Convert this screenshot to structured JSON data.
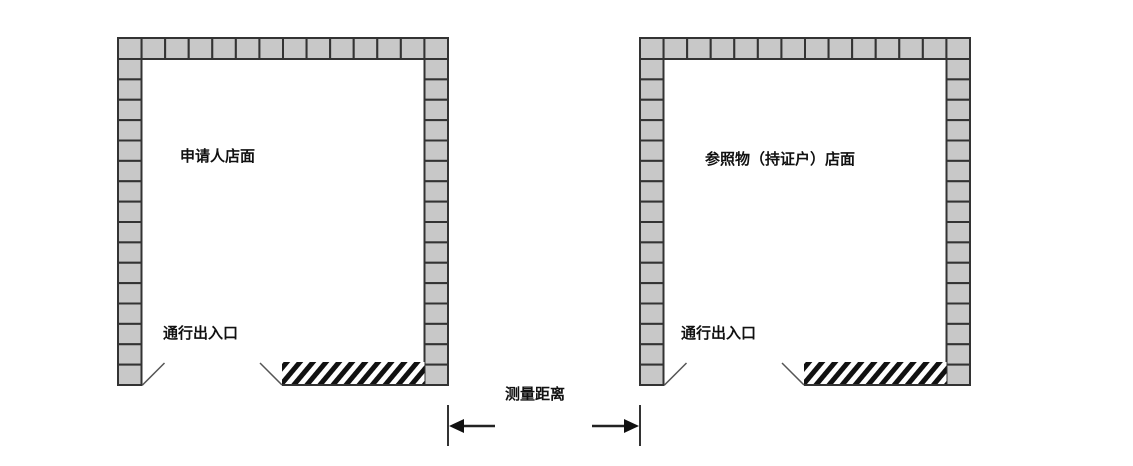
{
  "buildings": [
    {
      "label": "申请人店面",
      "entrance_label": "通行出入口"
    },
    {
      "label": "参照物（持证户）店面",
      "entrance_label": "通行出入口"
    }
  ],
  "measurement": {
    "label": "测量距离"
  },
  "colors": {
    "brick": "#c8c8c8",
    "line": "#333333"
  }
}
